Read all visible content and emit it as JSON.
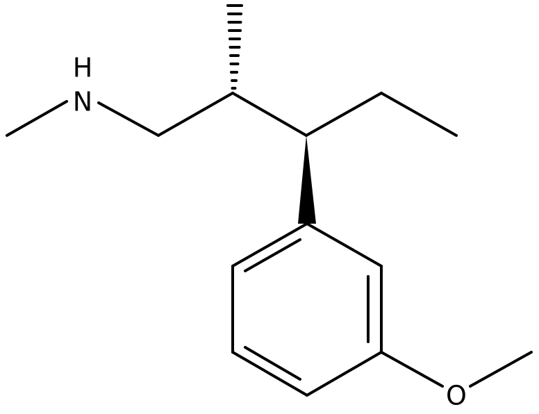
{
  "molecule": {
    "atoms": {
      "n_label": "N",
      "h_label": "H",
      "o_label": "O"
    },
    "colors": {
      "bond": "#000000",
      "background": "#ffffff"
    }
  }
}
